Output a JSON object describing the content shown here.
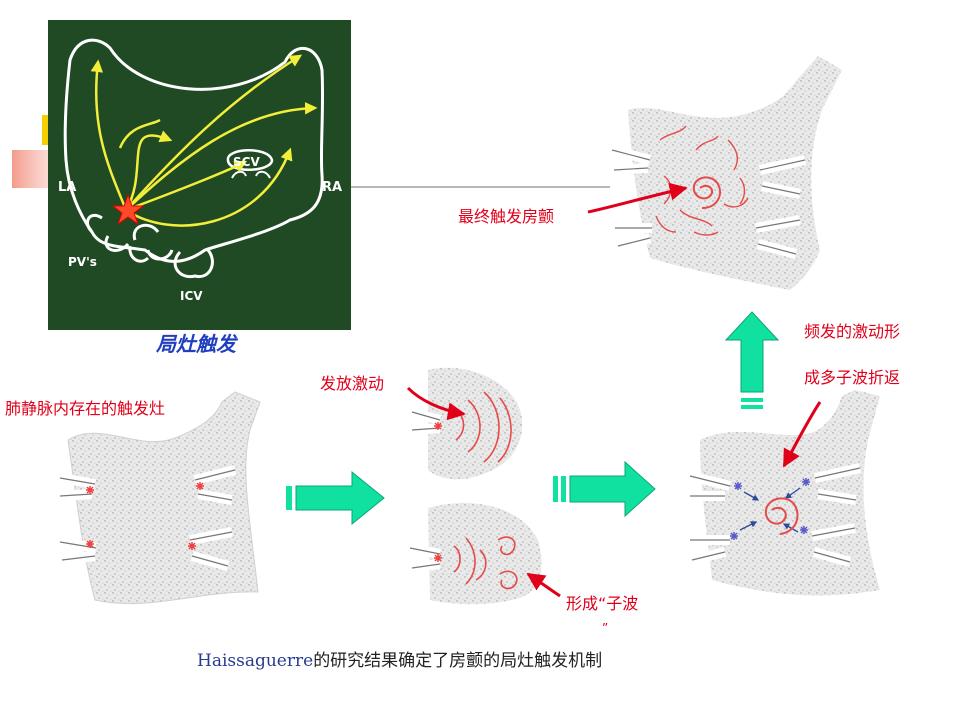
{
  "inset": {
    "la": "LA",
    "ra": "RA",
    "scv": "SCV",
    "pvs": "PV's",
    "icv": "ICV"
  },
  "labels": {
    "focal_trigger": "局灶触发",
    "pv_trigger": "肺静脉内存在的触发灶",
    "firing": "发放激动",
    "form_wavelets_1": "形成“子波",
    "form_wavelets_2": "”",
    "frequent_1": "频发的激动形",
    "frequent_2": "成多子波折返",
    "final_af": "最终触发房颤"
  },
  "caption": {
    "latin": "Haissaguerre",
    "cjk": "的研究结果确定了房颤的局灶触发机制"
  },
  "colors": {
    "inset_bg": "#1f4a24",
    "arrow_fill": "#10e0a0",
    "label_red": "#e0001a",
    "title_blue": "#1f3fbf"
  }
}
